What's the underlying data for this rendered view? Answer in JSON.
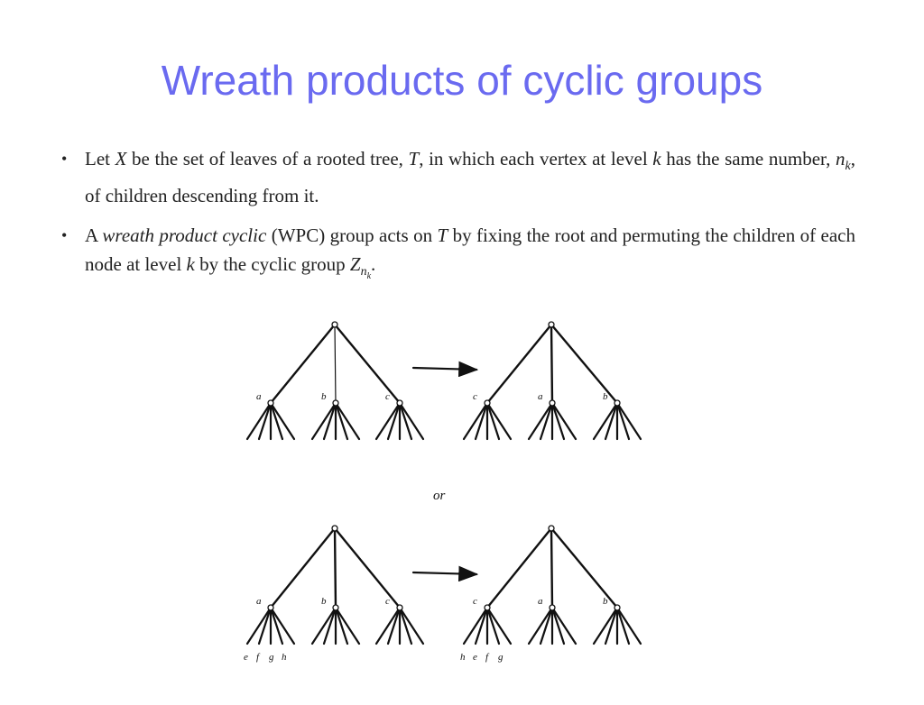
{
  "title": "Wreath products of cyclic groups",
  "bullets": [
    {
      "p1": "Let ",
      "X": "X",
      "p2": " be the set of leaves of a rooted tree, ",
      "T": "T",
      "p3": ", in which each vertex at level ",
      "k": "k",
      "p4": " has the same number, ",
      "n": "n",
      "nsub": "k",
      "p5": ", of children descending from it."
    },
    {
      "p1": "A ",
      "emph": "wreath product cyclic",
      "p2": " (WPC) group acts on ",
      "T": "T",
      "p3": " by fixing the root and permuting the children of each node at level ",
      "k": "k",
      "p4": " by the cyclic group ",
      "Z": "Z",
      "zsub": "n",
      "zsubsub": "k",
      "p5": "."
    }
  ],
  "figure": {
    "or_label": "or",
    "top_left_labels": [
      "a",
      "b",
      "c"
    ],
    "top_right_labels": [
      "c",
      "a",
      "b"
    ],
    "bottom_left_labels": [
      "a",
      "b",
      "c"
    ],
    "bottom_right_labels": [
      "c",
      "a",
      "b"
    ],
    "bottom_left_leaves": [
      "e",
      "f",
      "g",
      "h"
    ],
    "bottom_right_leaves": [
      "h",
      "e",
      "f",
      "g"
    ]
  }
}
